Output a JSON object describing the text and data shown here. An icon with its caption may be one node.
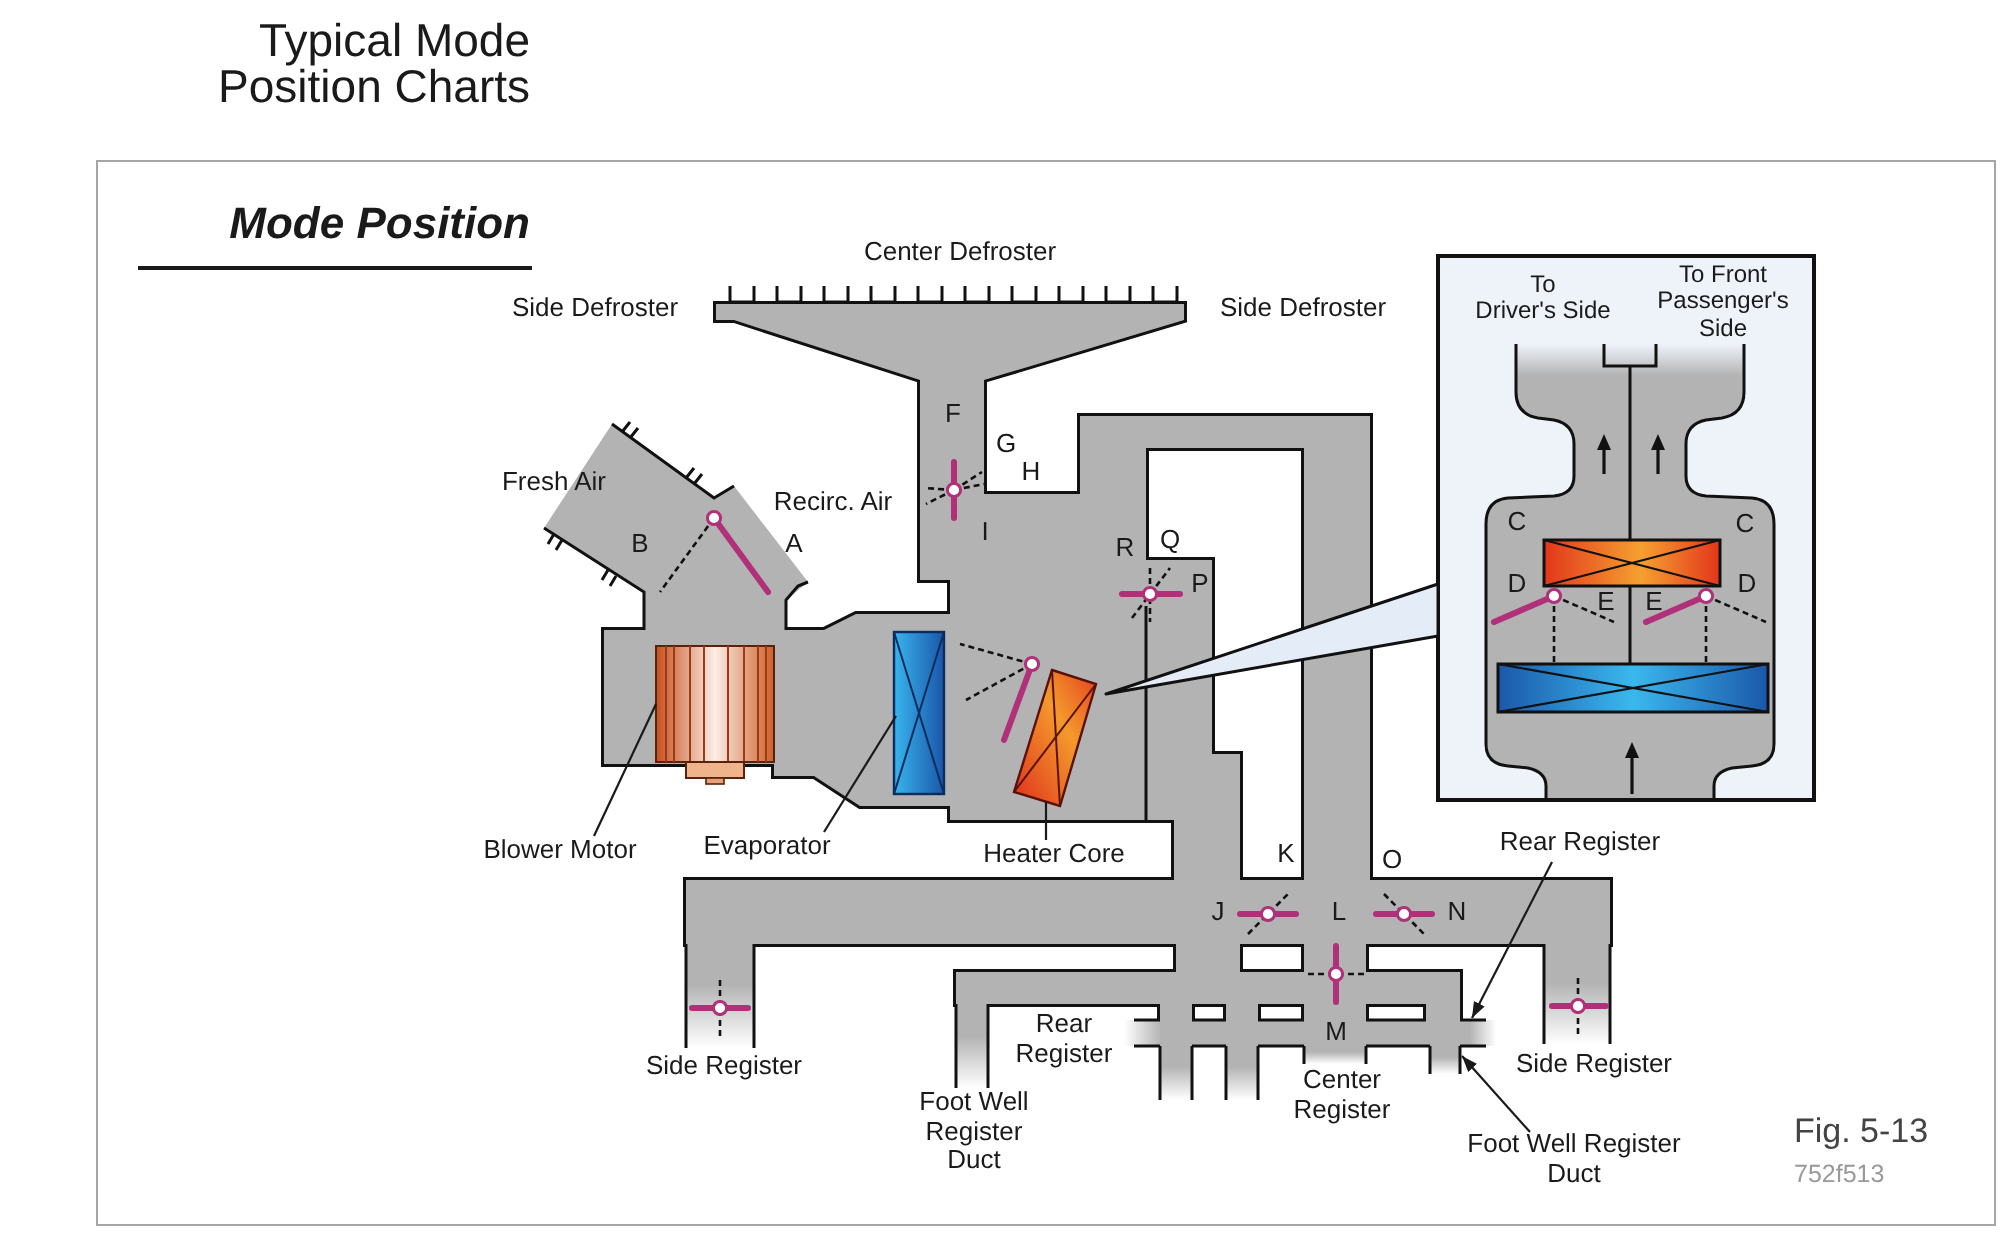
{
  "diagram": {
    "title": "Typical Mode Position Charts",
    "nodes": [
      {
        "text": [],
        "shape": "picture"
      },
      {
        "text": [],
        "shape": "picture"
      },
      {
        "text": [],
        "shape": "picture"
      },
      {
        "text": [
          "Rear Register"
        ]
      },
      {
        "text": [
          "Blower Motor"
        ]
      },
      {
        "text": [
          "Evaporator"
        ]
      },
      {
        "text": [
          "Heater Core"
        ]
      },
      {
        "text": [
          "Foot Well Register Duct"
        ]
      },
      {
        "text": [],
        "shape": "bar",
        "beside": [
          "Rear Register"
        ]
      },
      {
        "text": [],
        "shape": "bar"
      }
    ],
    "edges": [
      {
        "from": 4,
        "to": 0,
        "arrow": "none"
      },
      {
        "from": 5,
        "to": 1,
        "arrow": "none"
      },
      {
        "from": 6,
        "to": 2,
        "arrow": "none"
      },
      {
        "from": 3,
        "to": 8,
        "arrow": "to"
      },
      {
        "from": 7,
        "to": 9,
        "arrow": "to"
      }
    ],
    "labels": [
      "Mode Position",
      "Center Defroster",
      "To Driver's Side",
      "To Front Passenger's Side",
      "Side Defroster",
      "Side Defroster",
      "F",
      "G",
      "H",
      "Fresh Air",
      "Recirc. Air",
      "I",
      "B",
      "A",
      "C",
      "C",
      "R",
      "Q",
      "P",
      "D",
      "E",
      "E",
      "D",
      "K",
      "O",
      "J",
      "L",
      "N",
      "M",
      "Side Register",
      "Side Register",
      "Center Register",
      "Foot Well Register Duct",
      "Fig. 5-13",
      "752f513"
    ]
  }
}
